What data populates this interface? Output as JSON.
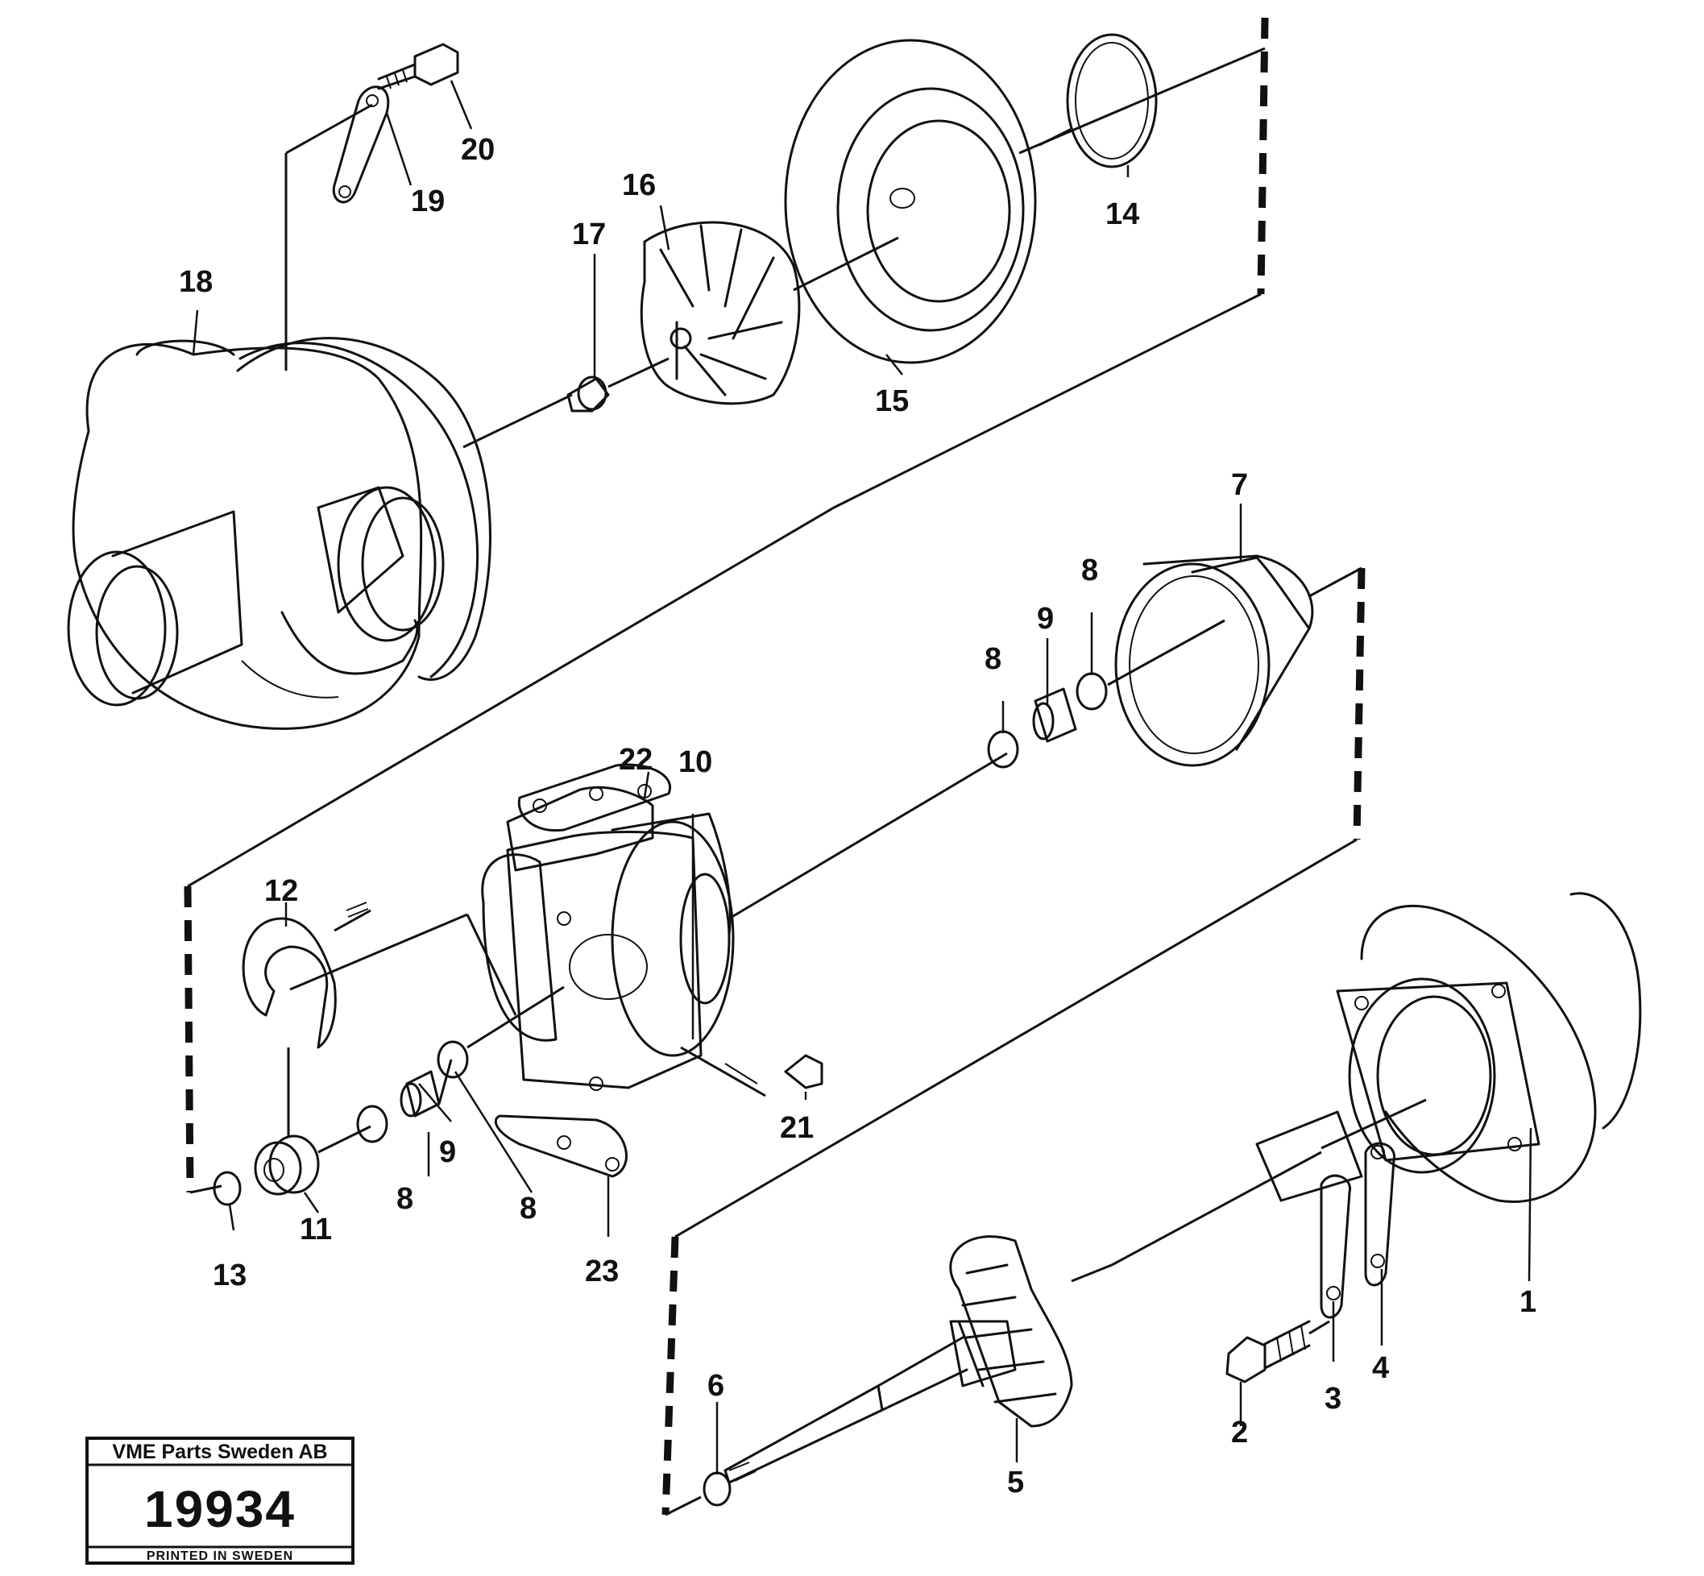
{
  "callouts": {
    "c1": "1",
    "c2": "2",
    "c3": "3",
    "c4": "4",
    "c5": "5",
    "c6": "6",
    "c7": "7",
    "c8a": "8",
    "c8b": "8",
    "c8c": "8",
    "c8d": "8",
    "c9a": "9",
    "c9b": "9",
    "c10": "10",
    "c11": "11",
    "c12": "12",
    "c13": "13",
    "c14": "14",
    "c15": "15",
    "c16": "16",
    "c17": "17",
    "c18": "18",
    "c19": "19",
    "c20": "20",
    "c21": "21",
    "c22": "22",
    "c23": "23"
  },
  "title_block": {
    "company": "VME Parts Sweden AB",
    "drawing_number": "19934",
    "printed": "PRINTED IN SWEDEN"
  }
}
